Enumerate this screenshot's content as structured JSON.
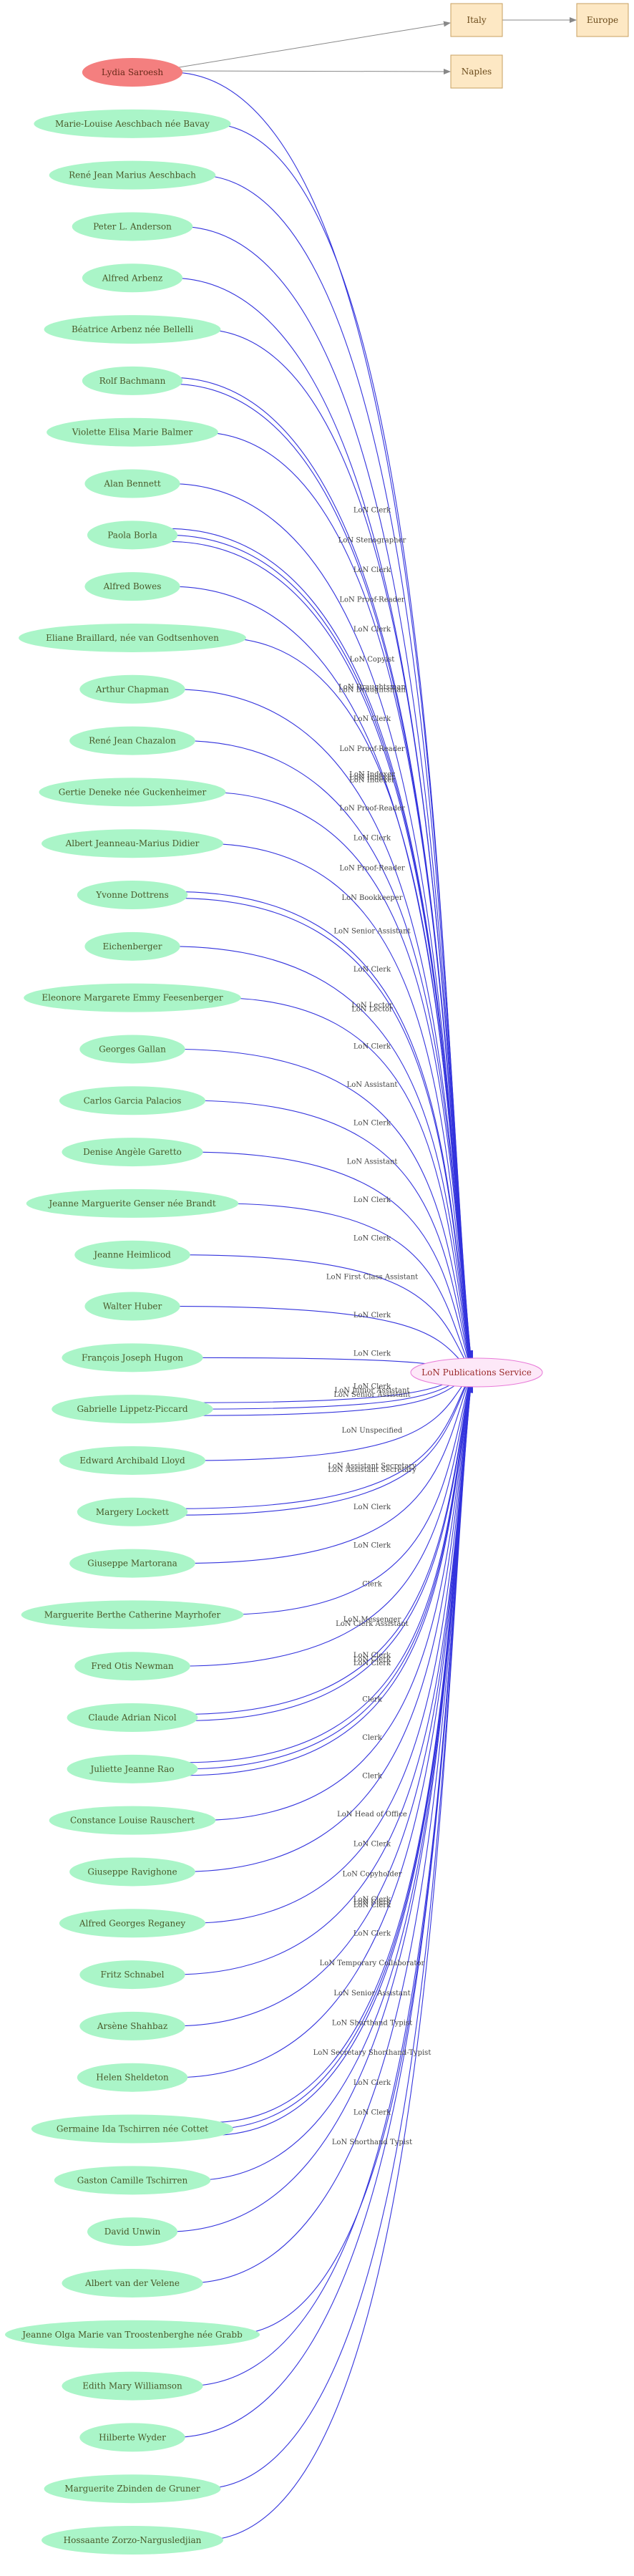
{
  "colors": {
    "staff_fill": "#aaf5c8",
    "staff_text": "#4a5a2a",
    "highlight_fill": "#f47f7f",
    "highlight_text": "#6a2a1a",
    "service_fill": "#fde8f8",
    "service_stroke": "#e87ad8",
    "service_text": "#9a2a2a",
    "place_fill": "#fde8c4",
    "place_stroke": "#c8a060",
    "place_text": "#6a4a1a",
    "edge_color": "#3333dd",
    "place_edge_color": "#888888"
  },
  "graph": {
    "service": "LoN Publications Service",
    "places": [
      "Italy",
      "Europe",
      "Naples"
    ],
    "highlighted_person": "Lydia Saroesh",
    "people": [
      {
        "name": "Lydia Saroesh",
        "roles": [
          "LoN Clerk"
        ]
      },
      {
        "name": "Marie-Louise Aeschbach née Bavay",
        "roles": [
          "LoN Stenographer"
        ]
      },
      {
        "name": "René Jean Marius Aeschbach",
        "roles": [
          "LoN Clerk"
        ]
      },
      {
        "name": "Peter L. Anderson",
        "roles": [
          "LoN Proof-Reader"
        ]
      },
      {
        "name": "Alfred Arbenz",
        "roles": [
          "LoN Clerk"
        ]
      },
      {
        "name": "Béatrice Arbenz née Bellelli",
        "roles": [
          "LoN Copyist"
        ]
      },
      {
        "name": "Rolf Bachmann",
        "roles": [
          "LoN Draughtsman",
          "LoN Draughtsman"
        ]
      },
      {
        "name": "Violette Elisa Marie Balmer",
        "roles": [
          "LoN Clerk"
        ]
      },
      {
        "name": "Alan Bennett",
        "roles": [
          "LoN Proof-Reader"
        ]
      },
      {
        "name": "Paola Borla",
        "roles": [
          "LoN Indexer",
          "LoN Indexer",
          "LoN Indexer"
        ]
      },
      {
        "name": "Alfred Bowes",
        "roles": [
          "LoN Proof-Reader"
        ]
      },
      {
        "name": "Eliane Braillard, née van Godtsenhoven",
        "roles": [
          "LoN Clerk"
        ]
      },
      {
        "name": "Arthur Chapman",
        "roles": [
          "LoN Proof-Reader"
        ]
      },
      {
        "name": "René Jean Chazalon",
        "roles": [
          "LoN Bookkeeper"
        ]
      },
      {
        "name": "Gertie Deneke née Guckenheimer",
        "roles": [
          "LoN Senior Assistant"
        ]
      },
      {
        "name": "Albert Jeanneau-Marius Didier",
        "roles": [
          "LoN Clerk"
        ]
      },
      {
        "name": "Yvonne Dottrens",
        "roles": [
          "LoN Lector",
          "LoN Lector"
        ]
      },
      {
        "name": "Eichenberger",
        "roles": [
          "LoN Clerk"
        ]
      },
      {
        "name": "Eleonore Margarete Emmy Feesenberger",
        "roles": [
          "LoN Assistant"
        ]
      },
      {
        "name": "Georges Gallan",
        "roles": [
          "LoN Clerk"
        ]
      },
      {
        "name": "Carlos Garcia Palacios",
        "roles": [
          "LoN Assistant"
        ]
      },
      {
        "name": "Denise Angèle Garetto",
        "roles": [
          "LoN Clerk"
        ]
      },
      {
        "name": "Jeanne Marguerite Genser née Brandt",
        "roles": [
          "LoN Clerk"
        ]
      },
      {
        "name": "Jeanne Heimlicod",
        "roles": [
          "LoN First Class Assistant"
        ]
      },
      {
        "name": "Walter Huber",
        "roles": [
          "LoN Clerk"
        ]
      },
      {
        "name": "François Joseph Hugon",
        "roles": [
          "LoN Clerk"
        ]
      },
      {
        "name": "Gabrielle Lippetz-Piccard",
        "roles": [
          "LoN Clerk",
          "LoN Junior Assistant",
          "LoN Senior Assistant"
        ]
      },
      {
        "name": "Edward Archibald Lloyd",
        "roles": [
          "LoN Unspecified"
        ]
      },
      {
        "name": "Margery Lockett",
        "roles": [
          "LoN Assistant Secretary",
          "LoN Assistant Secretary"
        ]
      },
      {
        "name": "Giuseppe Martorana",
        "roles": [
          "LoN Clerk"
        ]
      },
      {
        "name": "Marguerite Berthe Catherine Mayrhofer",
        "roles": [
          "LoN Clerk"
        ]
      },
      {
        "name": "Fred Otis Newman",
        "roles": [
          "Clerk"
        ]
      },
      {
        "name": "Claude Adrian Nicol",
        "roles": [
          "LoN Messenger",
          "LoN Clerk Assistant"
        ]
      },
      {
        "name": "Juliette Jeanne Rao",
        "roles": [
          "LoN Clerk",
          "LoN Clerk",
          "LoN Clerk"
        ]
      },
      {
        "name": "Constance Louise Rauschert",
        "roles": [
          "Clerk"
        ]
      },
      {
        "name": "Giuseppe Ravighone",
        "roles": [
          "Clerk"
        ]
      },
      {
        "name": "Alfred Georges Reganey",
        "roles": [
          "Clerk"
        ]
      },
      {
        "name": "Fritz Schnabel",
        "roles": [
          "LoN Head of Office"
        ]
      },
      {
        "name": "Arsène Shahbaz",
        "roles": [
          "LoN Clerk"
        ]
      },
      {
        "name": "Helen Sheldeton",
        "roles": [
          "LoN Copyholder"
        ]
      },
      {
        "name": "Germaine Ida Tschirren née Cottet",
        "roles": [
          "LoN Clerk",
          "LoN Clerk",
          "LoN Clerk"
        ]
      },
      {
        "name": "Gaston Camille Tschirren",
        "roles": [
          "LoN Clerk"
        ]
      },
      {
        "name": "David Unwin",
        "roles": [
          "LoN Temporary Collaborator"
        ]
      },
      {
        "name": "Albert van der Velene",
        "roles": [
          "LoN Senior Assistant"
        ]
      },
      {
        "name": "Jeanne Olga Marie van Troostenberghe née Grabb",
        "roles": [
          "LoN Shorthand Typist"
        ]
      },
      {
        "name": "Edith Mary Williamson",
        "roles": [
          "LoN Secretary Shorthand-Typist"
        ]
      },
      {
        "name": "Hilberte Wyder",
        "roles": [
          "LoN Clerk"
        ]
      },
      {
        "name": "Marguerite Zbinden de Gruner",
        "roles": [
          "LoN Clerk"
        ]
      },
      {
        "name": "Hossaante Zorzo-Nargusledjian",
        "roles": [
          "LoN Shorthand Typist"
        ]
      }
    ]
  }
}
